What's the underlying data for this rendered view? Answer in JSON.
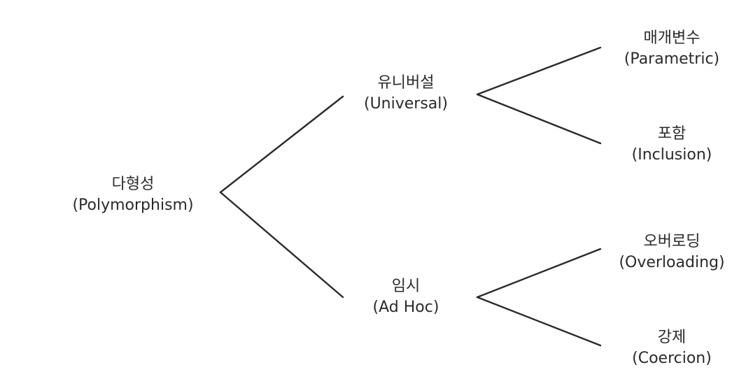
{
  "root": {
    "ko": "다형성",
    "en": "(Polymorphism)"
  },
  "universal": {
    "ko": "유니버설",
    "en": "(Universal)"
  },
  "adhoc": {
    "ko": "임시",
    "en": "(Ad Hoc)"
  },
  "parametric": {
    "ko": "매개변수",
    "en": "(Parametric)"
  },
  "inclusion": {
    "ko": "포함",
    "en": "(Inclusion)"
  },
  "overloading": {
    "ko": "오버로딩",
    "en": "(Overloading)"
  },
  "coercion": {
    "ko": "강제",
    "en": "(Coercion)"
  },
  "colors": {
    "line": "#2a2a2a",
    "text": "#2a2a2a",
    "background": "#ffffff"
  }
}
